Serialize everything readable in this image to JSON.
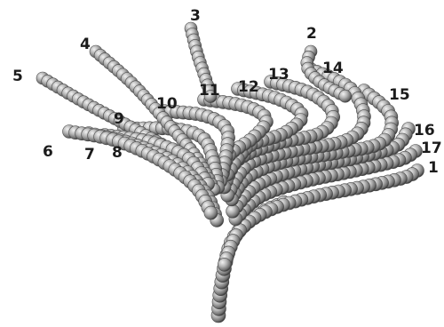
{
  "figure": {
    "bead_color": "#9a9a9a",
    "bead_highlight": "#f2f2f2",
    "bead_shadow": "#3a3a3a",
    "label_color": "#1b1b1b",
    "background": "#ffffff"
  },
  "labels": {
    "l1": "1",
    "l2": "2",
    "l3": "3",
    "l4": "4",
    "l5": "5",
    "l6": "6",
    "l7": "7",
    "l8": "8",
    "l9": "9",
    "l10": "10",
    "l11": "11",
    "l12": "12",
    "l13": "13",
    "l14": "14",
    "l15": "15",
    "l16": "16",
    "l17": "17"
  }
}
